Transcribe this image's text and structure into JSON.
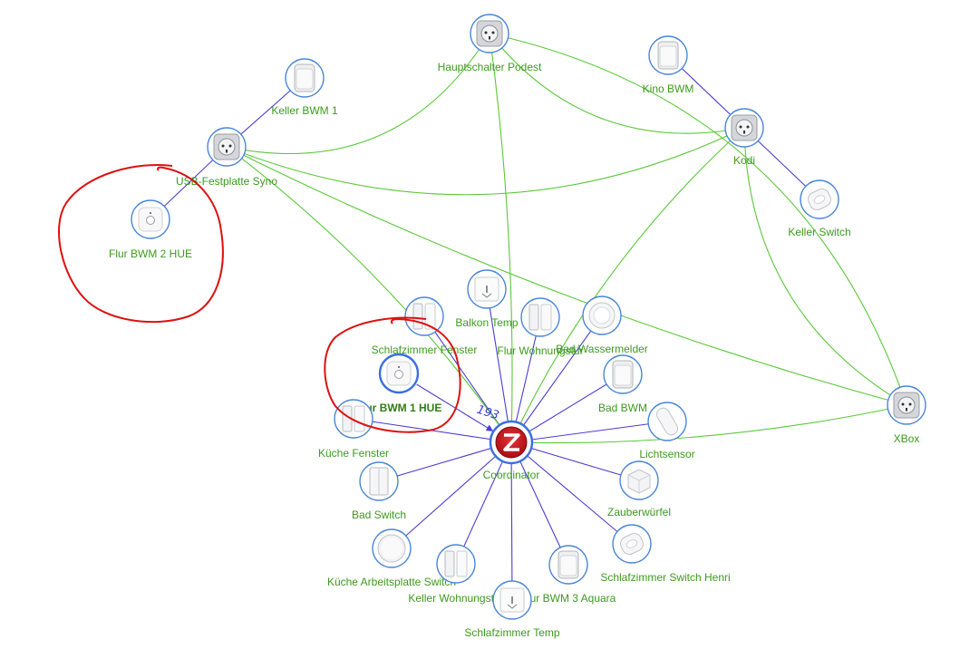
{
  "nodes": [
    {
      "id": "hauptschalter",
      "label": "Hauptschalter Podest",
      "icon": "plug-icon"
    },
    {
      "id": "kino_bwm",
      "label": "Kino BWM",
      "icon": "motion-sensor-icon"
    },
    {
      "id": "kodi",
      "label": "Kodi",
      "icon": "plug-icon"
    },
    {
      "id": "keller_switch",
      "label": "Keller Switch",
      "icon": "wireless-switch-icon"
    },
    {
      "id": "keller_bwm1",
      "label": "Keller BWM 1",
      "icon": "motion-sensor-icon"
    },
    {
      "id": "usb_festplatte",
      "label": "USB-Festplatte Syno",
      "icon": "plug-icon"
    },
    {
      "id": "flur_bwm2",
      "label": "Flur BWM 2 HUE",
      "icon": "hue-motion-sensor-icon"
    },
    {
      "id": "xbox",
      "label": "XBox",
      "icon": "plug-icon"
    },
    {
      "id": "balkon_temp",
      "label": "Balkon Temp",
      "icon": "temperature-sensor-icon"
    },
    {
      "id": "schlafzimmer_fenster",
      "label": "Schlafzimmer Fenster",
      "icon": "door-window-sensor-icon"
    },
    {
      "id": "flur_wohnungstuer",
      "label": "Flur Wohnungstür",
      "icon": "door-window-sensor-icon"
    },
    {
      "id": "bad_wassermelder",
      "label": "Bad Wassermelder",
      "icon": "water-leak-sensor-icon"
    },
    {
      "id": "flur_bwm1",
      "label": "Flur BWM 1 HUE",
      "icon": "hue-motion-sensor-icon"
    },
    {
      "id": "bad_bwm",
      "label": "Bad BWM",
      "icon": "motion-sensor-icon"
    },
    {
      "id": "kueche_fenster",
      "label": "Küche Fenster",
      "icon": "door-window-sensor-icon"
    },
    {
      "id": "lichtsensor",
      "label": "Lichtsensor",
      "icon": "light-sensor-icon"
    },
    {
      "id": "coordinator",
      "label": "Coordinator",
      "icon": "zigbee-coordinator-icon"
    },
    {
      "id": "bad_switch",
      "label": "Bad Switch",
      "icon": "wall-switch-icon"
    },
    {
      "id": "zauberwuerfel",
      "label": "Zauberwürfel",
      "icon": "magic-cube-icon"
    },
    {
      "id": "schlafzimmer_switch_henri",
      "label": "Schlafzimmer Switch Henri",
      "icon": "wireless-switch-icon"
    },
    {
      "id": "kueche_arbeitsplatte",
      "label": "Küche Arbeitsplatte Switch",
      "icon": "round-button-icon"
    },
    {
      "id": "keller_wohnungstuer",
      "label": "Keller Wohnungstür",
      "icon": "door-window-sensor-icon"
    },
    {
      "id": "flur_bwm3",
      "label": "Flur BWM 3 Aquara",
      "icon": "motion-sensor-icon"
    },
    {
      "id": "schlafzimmer_temp",
      "label": "Schlafzimmer Temp",
      "icon": "temperature-sensor-icon"
    }
  ],
  "edges": [
    {
      "from": "keller_bwm1",
      "to": "usb_festplatte",
      "type": "child"
    },
    {
      "from": "usb_festplatte",
      "to": "flur_bwm2",
      "type": "child"
    },
    {
      "from": "kino_bwm",
      "to": "kodi",
      "type": "child"
    },
    {
      "from": "kodi",
      "to": "keller_switch",
      "type": "child"
    },
    {
      "from": "coordinator",
      "to": "balkon_temp",
      "type": "child"
    },
    {
      "from": "coordinator",
      "to": "schlafzimmer_fenster",
      "type": "child"
    },
    {
      "from": "coordinator",
      "to": "flur_wohnungstuer",
      "type": "child"
    },
    {
      "from": "coordinator",
      "to": "bad_wassermelder",
      "type": "child"
    },
    {
      "from": "coordinator",
      "to": "flur_bwm1",
      "type": "child",
      "label": "193"
    },
    {
      "from": "coordinator",
      "to": "bad_bwm",
      "type": "child"
    },
    {
      "from": "coordinator",
      "to": "kueche_fenster",
      "type": "child"
    },
    {
      "from": "coordinator",
      "to": "lichtsensor",
      "type": "child"
    },
    {
      "from": "coordinator",
      "to": "bad_switch",
      "type": "child"
    },
    {
      "from": "coordinator",
      "to": "zauberwuerfel",
      "type": "child"
    },
    {
      "from": "coordinator",
      "to": "schlafzimmer_switch_henri",
      "type": "child"
    },
    {
      "from": "coordinator",
      "to": "kueche_arbeitsplatte",
      "type": "child"
    },
    {
      "from": "coordinator",
      "to": "keller_wohnungstuer",
      "type": "child"
    },
    {
      "from": "coordinator",
      "to": "flur_bwm3",
      "type": "child"
    },
    {
      "from": "coordinator",
      "to": "schlafzimmer_temp",
      "type": "child"
    },
    {
      "from": "coordinator",
      "to": "hauptschalter",
      "type": "router"
    },
    {
      "from": "coordinator",
      "to": "kodi",
      "type": "router"
    },
    {
      "from": "coordinator",
      "to": "usb_festplatte",
      "type": "router"
    },
    {
      "from": "coordinator",
      "to": "xbox",
      "type": "router"
    },
    {
      "from": "hauptschalter",
      "to": "usb_festplatte",
      "type": "router"
    },
    {
      "from": "hauptschalter",
      "to": "kodi",
      "type": "router"
    },
    {
      "from": "hauptschalter",
      "to": "xbox",
      "type": "router"
    },
    {
      "from": "usb_festplatte",
      "to": "kodi",
      "type": "router"
    },
    {
      "from": "usb_festplatte",
      "to": "xbox",
      "type": "router"
    },
    {
      "from": "kodi",
      "to": "xbox",
      "type": "router"
    }
  ],
  "edge_colors": {
    "child": "#4b3fd0",
    "router": "#5cc83a"
  },
  "annotation_color": "#dd1111"
}
